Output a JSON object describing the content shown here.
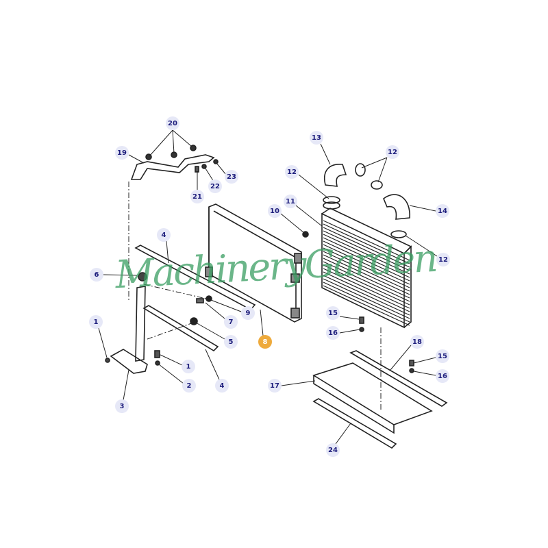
{
  "diagram": {
    "watermark": "MachineryGarden",
    "highlight_color": "#eeaa3c",
    "callout_color": "#1d1d7c",
    "callouts": [
      "20",
      "19",
      "23",
      "22",
      "21",
      "13",
      "12",
      "12",
      "14",
      "12",
      "10",
      "11",
      "4",
      "6",
      "7",
      "9",
      "5",
      "8",
      "1",
      "1",
      "2",
      "3",
      "4",
      "15",
      "16",
      "18",
      "15",
      "16",
      "17",
      "24"
    ],
    "selected_part": "8"
  }
}
